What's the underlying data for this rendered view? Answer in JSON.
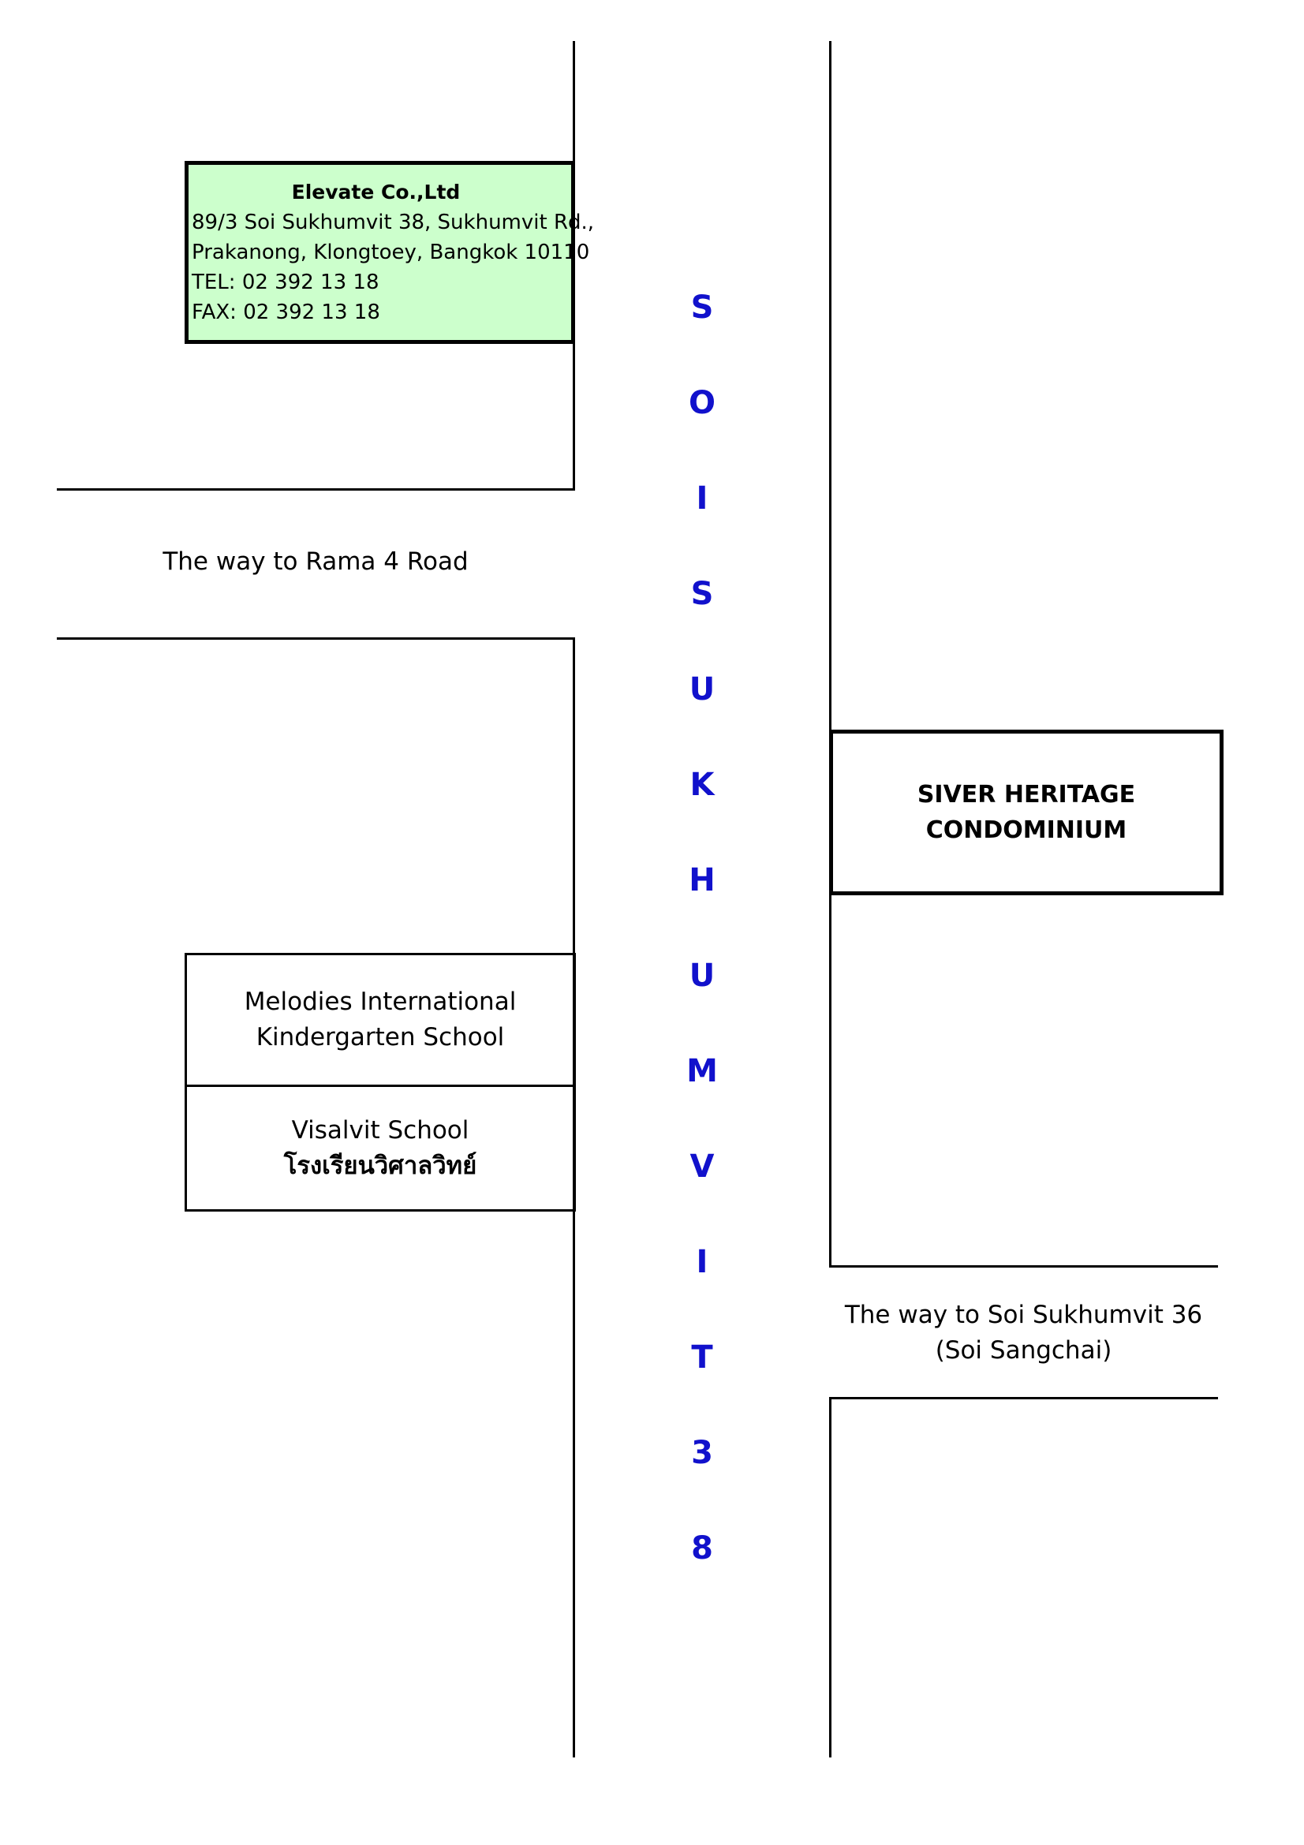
{
  "street_name_letters": [
    "S",
    "O",
    "I",
    "S",
    "U",
    "K",
    "H",
    "U",
    "M",
    "V",
    "I",
    "T",
    "3",
    "8"
  ],
  "street_color": "#1111cc",
  "company": {
    "name": "Elevate Co.,Ltd",
    "address_line1": "89/3 Soi Sukhumvit 38, Sukhumvit Rd.,",
    "address_line2": "Prakanong, Klongtoey, Bangkok 10110",
    "tel": "TEL: 02 392 13 18",
    "fax": "FAX: 02 392 13 18",
    "fill_color": "#ccffcc"
  },
  "road_left_label": "The way to Rama 4 Road",
  "condo": {
    "line1": "SIVER HERITAGE",
    "line2": "CONDOMINIUM"
  },
  "kindergarten": {
    "line1": "Melodies International",
    "line2": "Kindergarten School"
  },
  "visalvit": {
    "line1": "Visalvit School",
    "line2": "โรงเรียนวิศาลวิทย์"
  },
  "road_right_label": {
    "line1": "The way to Soi Sukhumvit 36",
    "line2": "(Soi Sangchai)"
  }
}
